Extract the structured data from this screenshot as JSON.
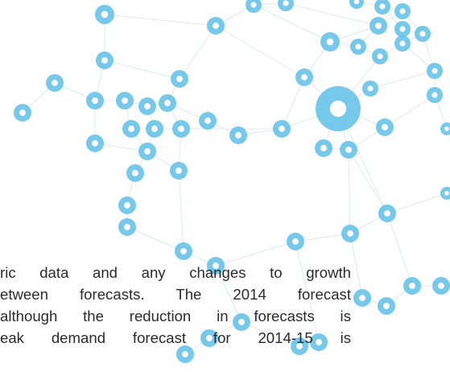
{
  "text_lines": [
    "ric data and any changes to growth",
    "etween forecasts. The 2014 forecast",
    "although the reduction in forecasts is",
    "eak demand forecast for 2014-15 is"
  ],
  "colors": {
    "node_fill": "#5ec0e8",
    "node_inner": "#ffffff",
    "edge": "#dfe9ee",
    "text": "#2b2b2b"
  },
  "decoration": "network-graph-background"
}
